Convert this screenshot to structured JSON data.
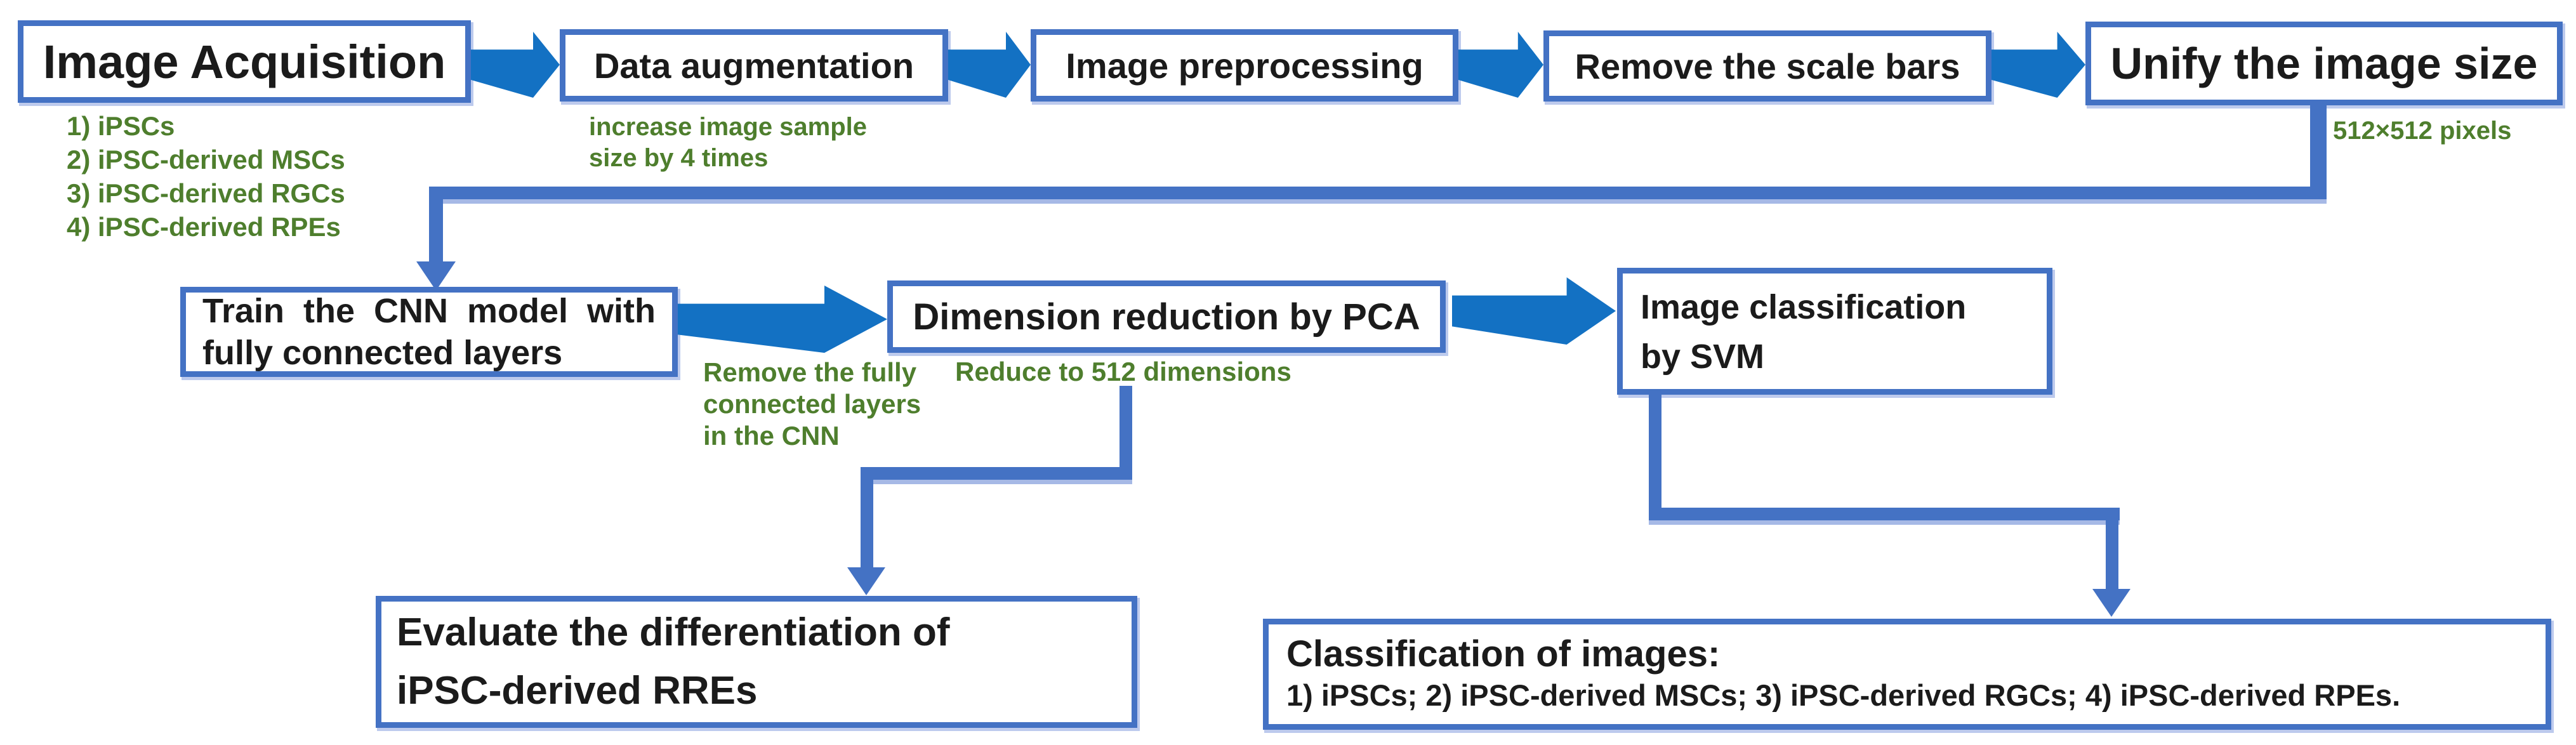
{
  "figure": {
    "type": "flowchart",
    "title_hint": "iPSC image classification pipeline"
  },
  "colors": {
    "box_border_blue": "#4472c4",
    "block_arrow_blue": "#1371c3",
    "connector_blue": "#4472c4",
    "connector_highlight": "#a6b9e6",
    "annotation_green": "#4e7e2d",
    "text_black": "#1b1b1b",
    "background": "#ffffff"
  },
  "row1": {
    "boxes": [
      {
        "label": "Image Acquisition"
      },
      {
        "label": "Data augmentation"
      },
      {
        "label": "Image preprocessing"
      },
      {
        "label": "Remove the scale bars"
      },
      {
        "label": "Unify the image size"
      }
    ],
    "acquisition_note_items": [
      "1) iPSCs",
      "2) iPSC-derived MSCs",
      "3) iPSC-derived RGCs",
      "4) iPSC-derived RPEs"
    ],
    "augmentation_note_lines": [
      "increase image sample",
      "size by 4 times"
    ],
    "unify_note": "512×512 pixels"
  },
  "row2": {
    "train_cnn_lines": [
      "Train the CNN model with",
      "fully connected layers"
    ],
    "remove_fc_note_lines": [
      "Remove the fully",
      "connected layers",
      "in the CNN"
    ],
    "dimension_reduction_label": "Dimension reduction by PCA",
    "reduce_note": "Reduce to 512 dimensions",
    "svm_lines": [
      "Image classification",
      "by SVM"
    ]
  },
  "row3": {
    "evaluate_lines": [
      "Evaluate the differentiation of",
      "iPSC-derived RREs"
    ],
    "classification_title": "Classification of images:",
    "classification_list": "1)  iPSCs; 2)  iPSC-derived MSCs; 3) iPSC-derived RGCs; 4) iPSC-derived RPEs."
  }
}
